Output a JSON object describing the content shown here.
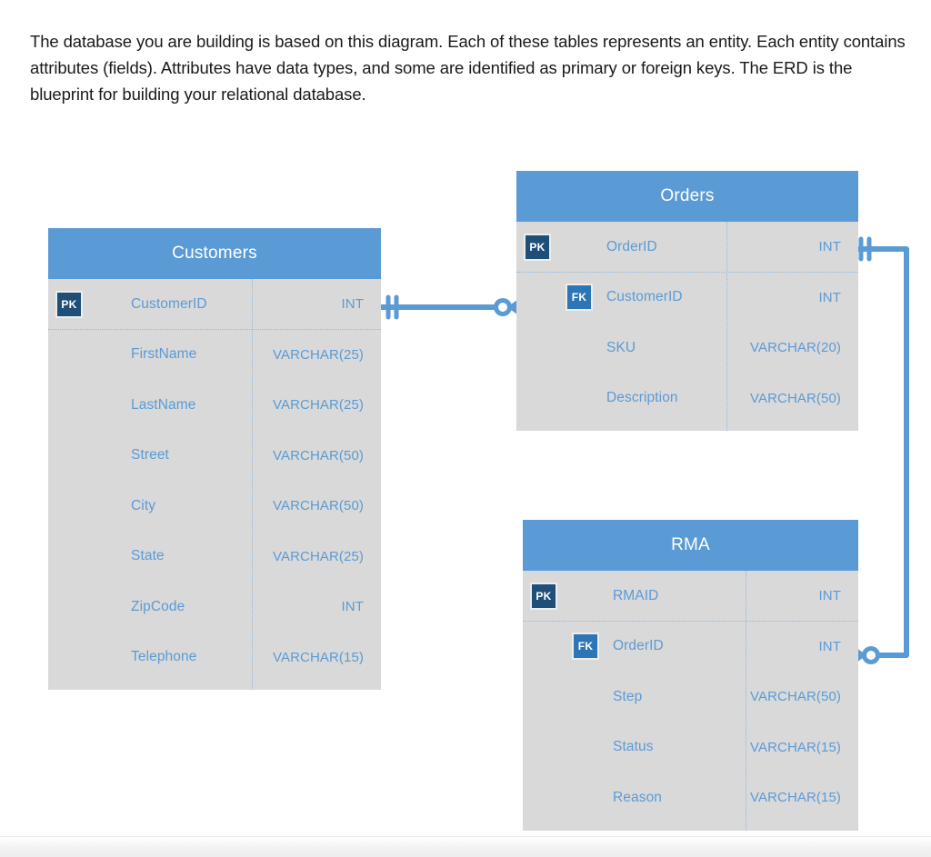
{
  "intro": {
    "text": "The database you are building is based on this diagram. Each of these tables represents an entity. Each entity contains attributes (fields). Attributes have data types, and some are identified as primary or foreign keys. The ERD is the blueprint for building your relational database."
  },
  "colors": {
    "header_blue": "#5B9BD5",
    "body_gray": "#D9D9D9",
    "pk_badge": "#1F4E79",
    "fk_badge": "#2E75B6",
    "field_text": "#5B9BD5",
    "connector": "#5B9BD5",
    "divider": "#8FB8DE",
    "page_background": "#FFFFFF"
  },
  "diagram": {
    "type": "entity-relationship-diagram",
    "notation": "crows-foot",
    "entities": [
      {
        "name": "Customers",
        "attributes": [
          {
            "key": "PK",
            "name": "CustomerID",
            "type": "INT"
          },
          {
            "key": "",
            "name": "FirstName",
            "type": "VARCHAR(25)"
          },
          {
            "key": "",
            "name": "LastName",
            "type": "VARCHAR(25)"
          },
          {
            "key": "",
            "name": "Street",
            "type": "VARCHAR(50)"
          },
          {
            "key": "",
            "name": "City",
            "type": "VARCHAR(50)"
          },
          {
            "key": "",
            "name": "State",
            "type": "VARCHAR(25)"
          },
          {
            "key": "",
            "name": "ZipCode",
            "type": "INT"
          },
          {
            "key": "",
            "name": "Telephone",
            "type": "VARCHAR(15)"
          }
        ]
      },
      {
        "name": "Orders",
        "attributes": [
          {
            "key": "PK",
            "name": "OrderID",
            "type": "INT"
          },
          {
            "key": "FK",
            "name": "CustomerID",
            "type": "INT"
          },
          {
            "key": "",
            "name": "SKU",
            "type": "VARCHAR(20)"
          },
          {
            "key": "",
            "name": "Description",
            "type": "VARCHAR(50)"
          }
        ]
      },
      {
        "name": "RMA",
        "attributes": [
          {
            "key": "PK",
            "name": "RMAID",
            "type": "INT"
          },
          {
            "key": "FK",
            "name": "OrderID",
            "type": "INT"
          },
          {
            "key": "",
            "name": "Step",
            "type": "VARCHAR(50)"
          },
          {
            "key": "",
            "name": "Status",
            "type": "VARCHAR(15)"
          },
          {
            "key": "",
            "name": "Reason",
            "type": "VARCHAR(15)"
          }
        ]
      }
    ],
    "relationships": [
      {
        "from_entity": "Customers",
        "from_attribute": "CustomerID",
        "from_cardinality": "one",
        "to_entity": "Orders",
        "to_attribute": "CustomerID",
        "to_cardinality": "zero-or-many"
      },
      {
        "from_entity": "Orders",
        "from_attribute": "OrderID",
        "from_cardinality": "one",
        "to_entity": "RMA",
        "to_attribute": "OrderID",
        "to_cardinality": "zero-or-many"
      }
    ]
  }
}
